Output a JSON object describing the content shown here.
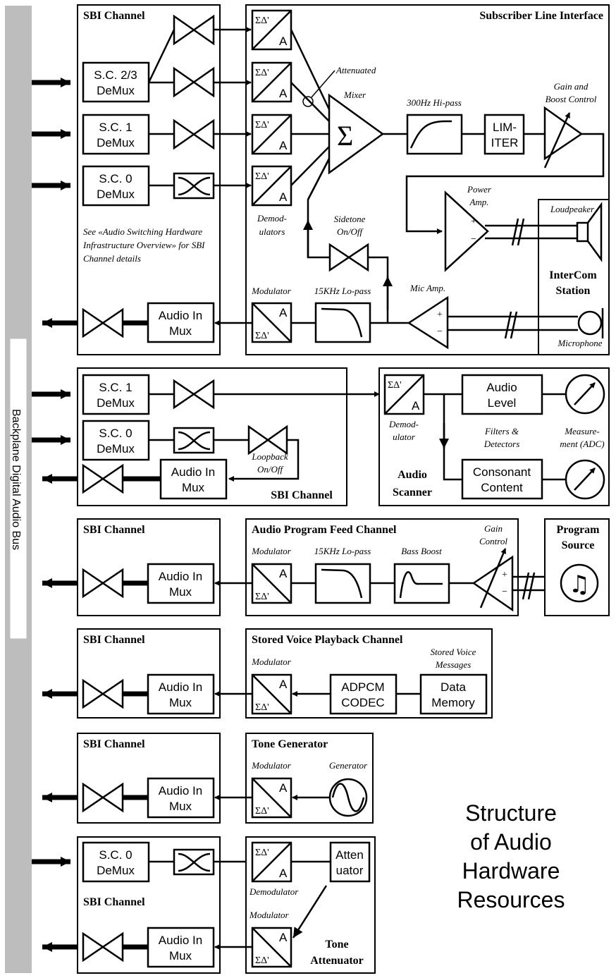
{
  "bus_label": "Backplane Digital Audio Bus",
  "diagram_title": [
    "Structure",
    "of Audio",
    "Hardware",
    "Resources"
  ],
  "common": {
    "sbi_channel": "SBI Channel",
    "audio_in_mux": [
      "Audio In",
      "Mux"
    ],
    "demux_sc0": [
      "S.C. 0",
      "DeMux"
    ],
    "demux_sc1": [
      "S.C. 1",
      "DeMux"
    ],
    "demux_sc23": [
      "S.C. 2/3",
      "DeMux"
    ],
    "sigma_delta": "ΣΔ'",
    "analog": "A",
    "modulator": "Modulator",
    "lowpass_15k": "15KHz Lo-pass"
  },
  "sli": {
    "title": "Subscriber Line Interface",
    "sbi_note": [
      "See «Audio Switching Hardware",
      "Infrastructure Overview» for SBI",
      "Channel details"
    ],
    "attenuated": "Attenuated",
    "mixer": "Mixer",
    "sigma": "Σ",
    "hipass": "300Hz Hi-pass",
    "limiter": [
      "LIM-",
      "ITER"
    ],
    "gain_boost": [
      "Gain and",
      "Boost Control"
    ],
    "demodulators": [
      "Demod-",
      "ulators"
    ],
    "sidetone": [
      "Sidetone",
      "On/Off"
    ],
    "power_amp": [
      "Power",
      "Amp."
    ],
    "mic_amp": "Mic Amp.",
    "plus": "+",
    "minus": "−"
  },
  "intercom": {
    "title": [
      "InterCom",
      "Station"
    ],
    "loudspeaker": "Loudpeaker",
    "microphone": "Microphone"
  },
  "scanner": {
    "title": [
      "Audio",
      "Scanner"
    ],
    "demodulator": [
      "Demod-",
      "ulator"
    ],
    "audio_level": [
      "Audio",
      "Level"
    ],
    "consonant": [
      "Consonant",
      "Content"
    ],
    "filters": [
      "Filters &",
      "Detectors"
    ],
    "measurement": [
      "Measure-",
      "ment (ADC)"
    ],
    "loopback": [
      "Loopback",
      "On/Off"
    ]
  },
  "program_feed": {
    "title": "Audio Program Feed Channel",
    "bass_boost": "Bass Boost",
    "gain_control": [
      "Gain",
      "Control"
    ],
    "source": [
      "Program",
      "Source"
    ]
  },
  "stored_voice": {
    "title": "Stored Voice Playback Channel",
    "codec": [
      "ADPCM",
      "CODEC"
    ],
    "memory": [
      "Data",
      "Memory"
    ],
    "messages": [
      "Stored Voice",
      "Messages"
    ]
  },
  "tone_gen": {
    "title": "Tone Generator",
    "generator": "Generator"
  },
  "tone_att": {
    "title": [
      "Tone",
      "Attenuator"
    ],
    "attenuator": [
      "Atten",
      "uator"
    ],
    "demodulator": "Demodulator"
  }
}
